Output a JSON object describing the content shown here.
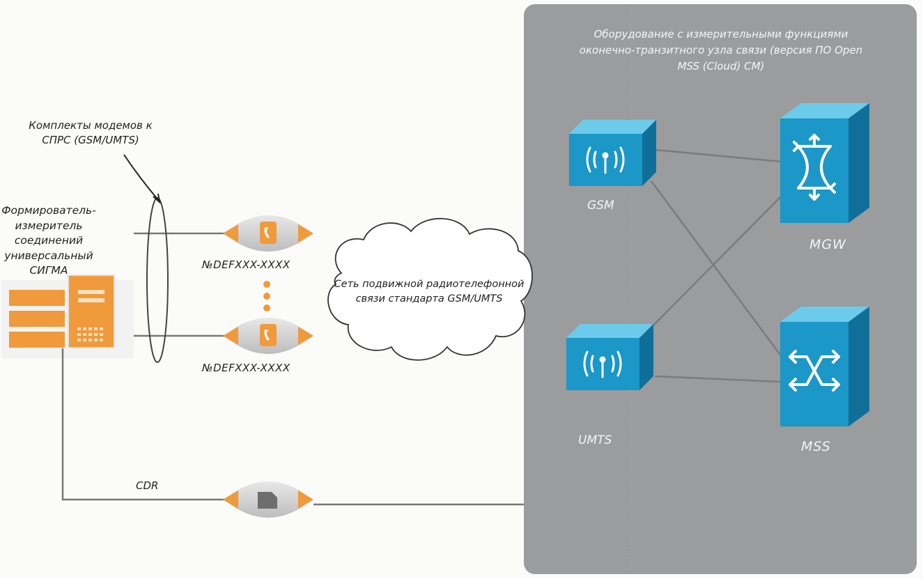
{
  "modem_kits_label": [
    "Комплекты модемов к",
    "СПРС (GSM/UMTS)"
  ],
  "meter_label": [
    "Формирователь-",
    "измеритель",
    "соединений",
    "универсальный",
    "СИГМА"
  ],
  "phone_numbers": [
    "№DEFXXX-XXXX",
    "№DEFXXX-XXXX"
  ],
  "cloud_label": [
    "Сеть подвижной радиотелефонной",
    "связи стандарта GSM/UMTS"
  ],
  "cdr_label": "CDR",
  "equipment_title": [
    "Оборудование с измерительными функциями",
    "оконечно-транзитного узла связи (версия ПО Open",
    "MSS (Cloud) CM)"
  ],
  "nodes": {
    "gsm": "GSM",
    "umts": "UMTS",
    "mgw": "MGW",
    "mss": "MSS"
  },
  "colors": {
    "panel": "#9b9c9e",
    "cube_front": "#1b97c8",
    "cube_top": "#6ccbea",
    "cube_side": "#0f6f99",
    "orange": "#f09a3b",
    "line": "#777777"
  }
}
